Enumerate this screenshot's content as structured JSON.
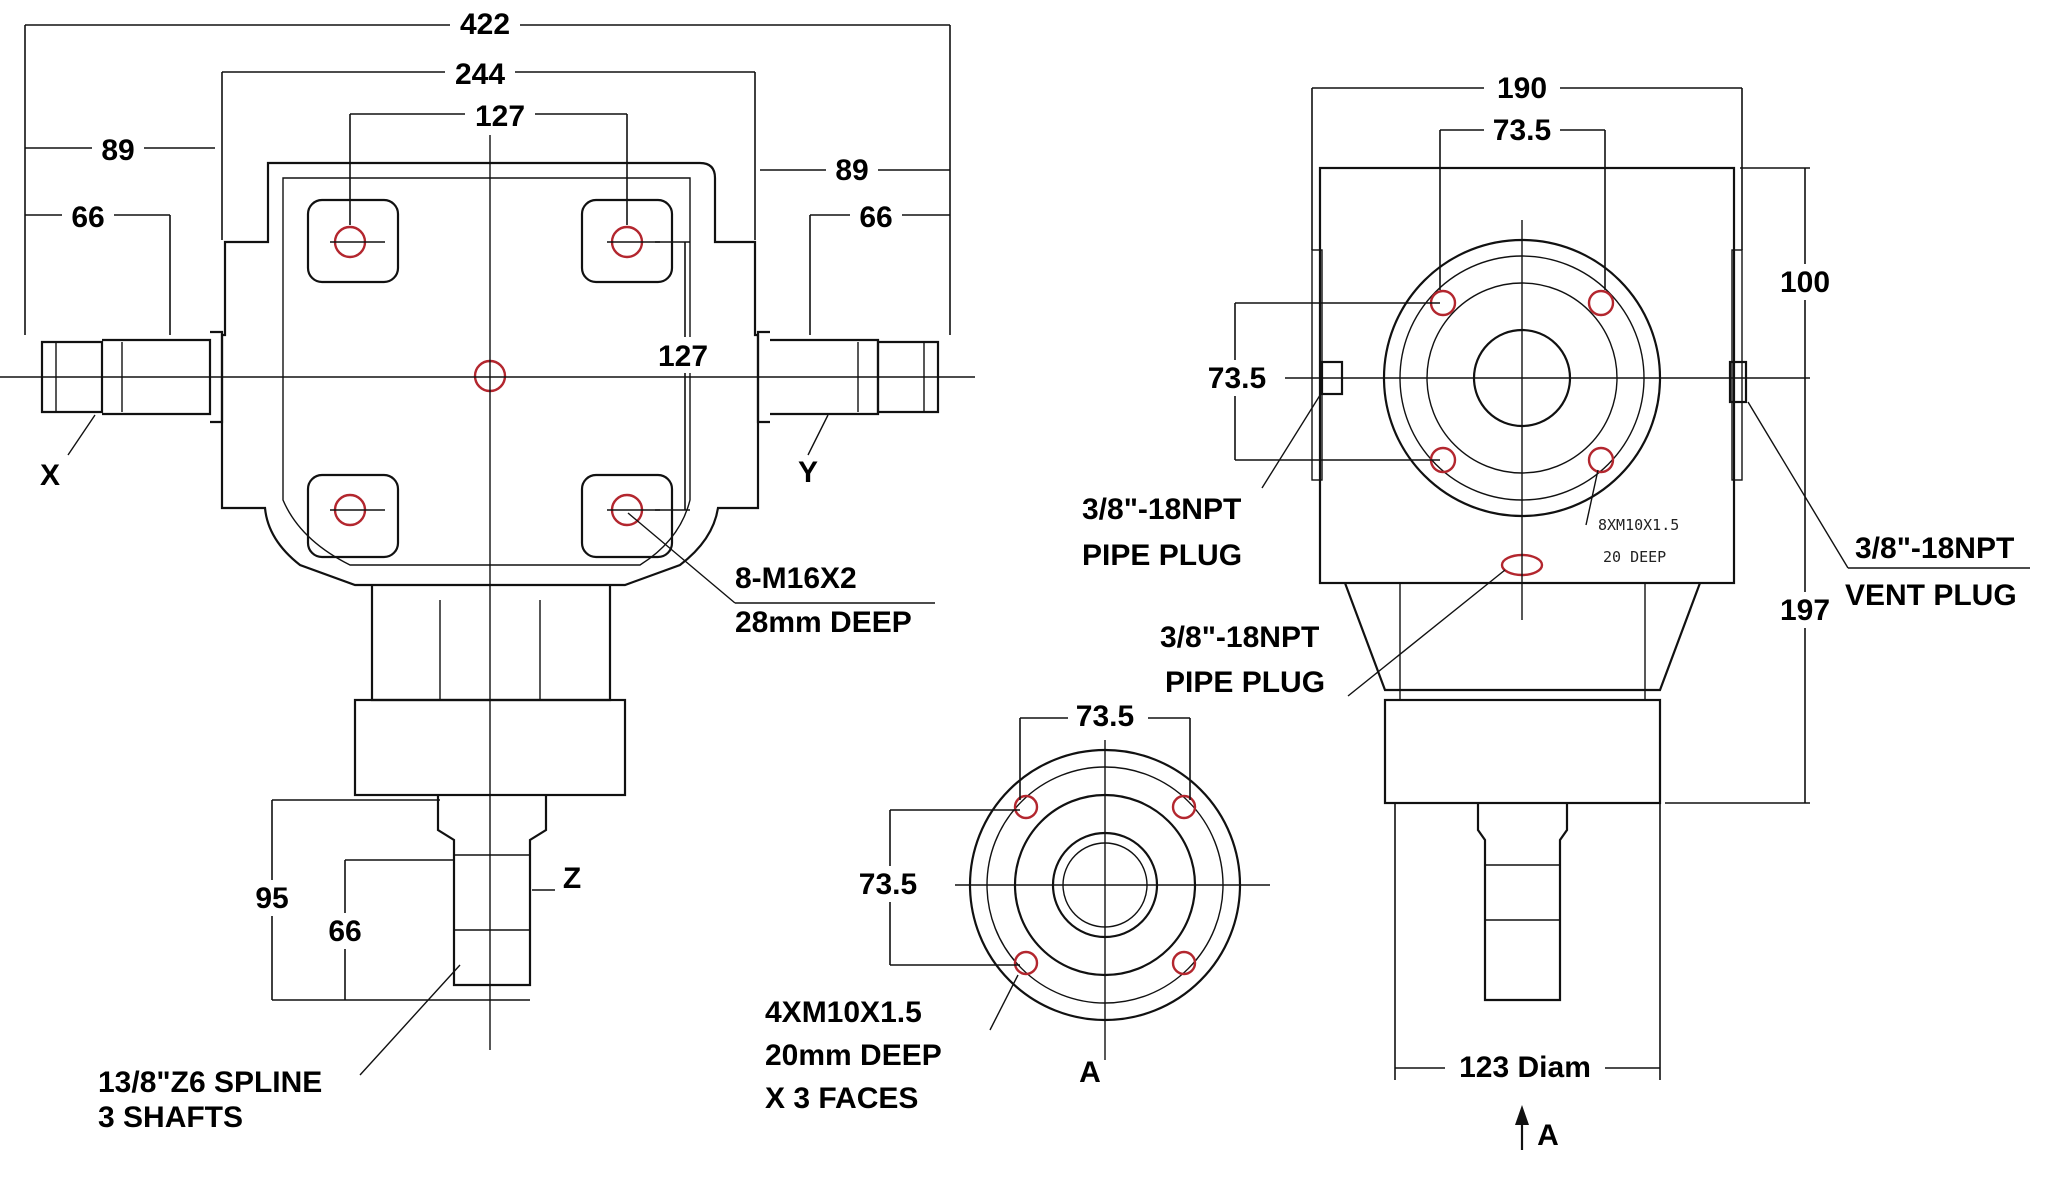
{
  "front_view": {
    "overall_width": "422",
    "body_width": "244",
    "bolt_spacing_h": "127",
    "bolt_spacing_v": "127",
    "shaft_left_89": "89",
    "shaft_left_66": "66",
    "shaft_right_89": "89",
    "shaft_right_66": "66",
    "label_x": "X",
    "label_y": "Y",
    "label_z": "Z",
    "bolt_note_1": "8-M16X2",
    "bolt_note_2": "28mm DEEP",
    "bottom_shaft_95": "95",
    "bottom_shaft_66": "66",
    "spline_note_1": "13/8\"Z6 SPLINE",
    "spline_note_2": "3 SHAFTS"
  },
  "flange_view": {
    "dim_h": "73.5",
    "dim_v": "73.5",
    "thread_note_1": "4XM10X1.5",
    "thread_note_2": "20mm DEEP",
    "thread_note_3": "X 3 FACES",
    "label_a": "A"
  },
  "side_view": {
    "width": "190",
    "bolt_spacing": "73.5",
    "height_100": "100",
    "height_197": "197",
    "left_dim": "73.5",
    "pipe_plug_side_1": "3/8\"-18NPT",
    "pipe_plug_side_2": "PIPE PLUG",
    "pipe_plug_bottom_1": "3/8\"-18NPT",
    "pipe_plug_bottom_2": "PIPE PLUG",
    "vent_plug_1": "3/8\"-18NPT",
    "vent_plug_2": "VENT PLUG",
    "stamp_1": "8XM10X1.5",
    "stamp_2": "20 DEEP",
    "diameter": "123 Diam",
    "view_arrow_label": "A"
  }
}
